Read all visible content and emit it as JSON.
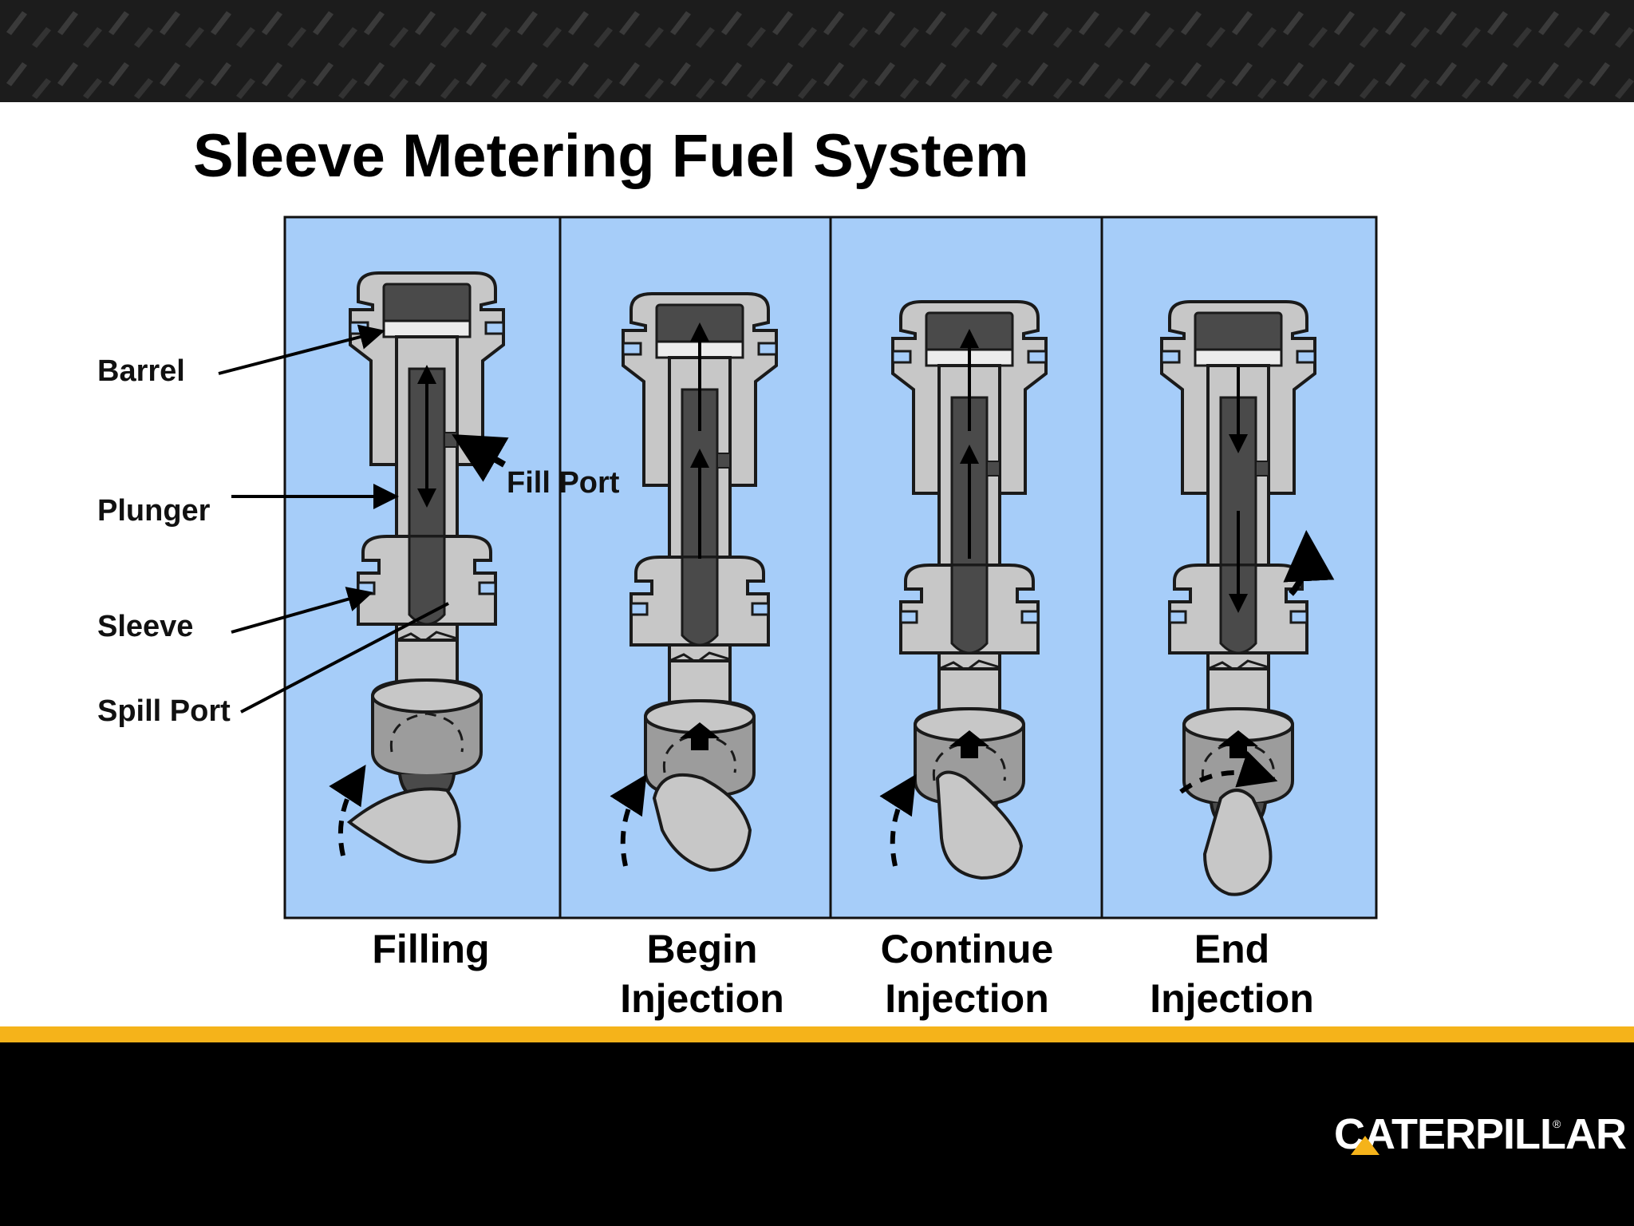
{
  "slide": {
    "title": "Sleeve Metering Fuel System"
  },
  "callouts": {
    "barrel": "Barrel",
    "plunger": "Plunger",
    "sleeve": "Sleeve",
    "spill_port": "Spill Port",
    "fill_port": "Fill Port"
  },
  "stages": [
    {
      "line1": "Filling",
      "line2": ""
    },
    {
      "line1": "Begin",
      "line2": "Injection"
    },
    {
      "line1": "Continue",
      "line2": "Injection"
    },
    {
      "line1": "End",
      "line2": "Injection"
    }
  ],
  "footer": {
    "brand": "CATERPILLAR",
    "registered": "®"
  },
  "colors": {
    "panel_bg": "#a6cdf9",
    "metal_light": "#c7c7c7",
    "metal_dark": "#4a4a4a",
    "accent_stripe": "#f5b31a",
    "footer_bg": "#000000"
  }
}
